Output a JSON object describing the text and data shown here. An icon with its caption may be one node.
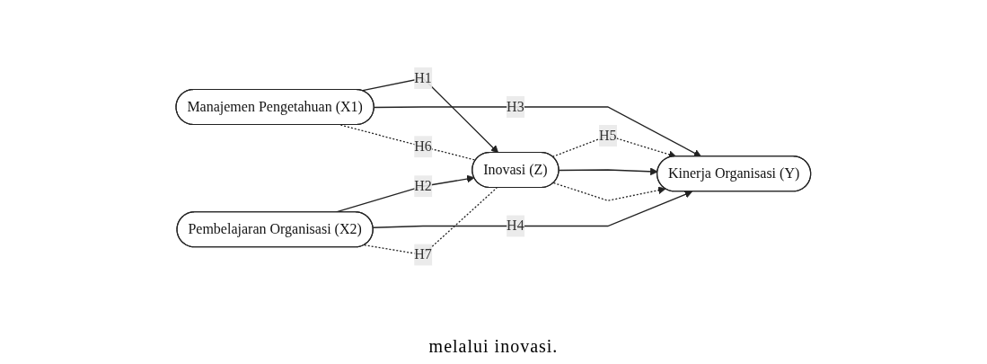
{
  "diagram": {
    "caption": "melalui inovasi.",
    "nodes": [
      {
        "text": [
          "Manajemen Pengetahuan (X1)"
        ]
      },
      {
        "text": [
          "Pembelajaran Organisasi (X2)"
        ]
      },
      {
        "text": [
          "Inovasi (Z)"
        ]
      },
      {
        "text": [
          "Kinerja Organisasi (Y)"
        ]
      }
    ],
    "edges": [
      {
        "from": 0,
        "to": 2,
        "arrow": "to",
        "label": "H1"
      },
      {
        "from": 1,
        "to": 2,
        "arrow": "to",
        "label": "H2"
      },
      {
        "from": 0,
        "to": 3,
        "arrow": "to",
        "label": "H3"
      },
      {
        "from": 1,
        "to": 3,
        "arrow": "to",
        "label": "H4"
      },
      {
        "from": 2,
        "to": 3,
        "arrow": "to",
        "style": "dashed",
        "label": "H5"
      },
      {
        "from": 2,
        "to": 3,
        "arrow": "to"
      },
      {
        "from": 2,
        "to": 3,
        "arrow": "to",
        "style": "dashed"
      },
      {
        "from": 0,
        "to": 2,
        "arrow": "none",
        "style": "dashed",
        "label": "H6"
      },
      {
        "from": 1,
        "to": 2,
        "arrow": "none",
        "style": "dashed",
        "label": "H7"
      }
    ]
  }
}
